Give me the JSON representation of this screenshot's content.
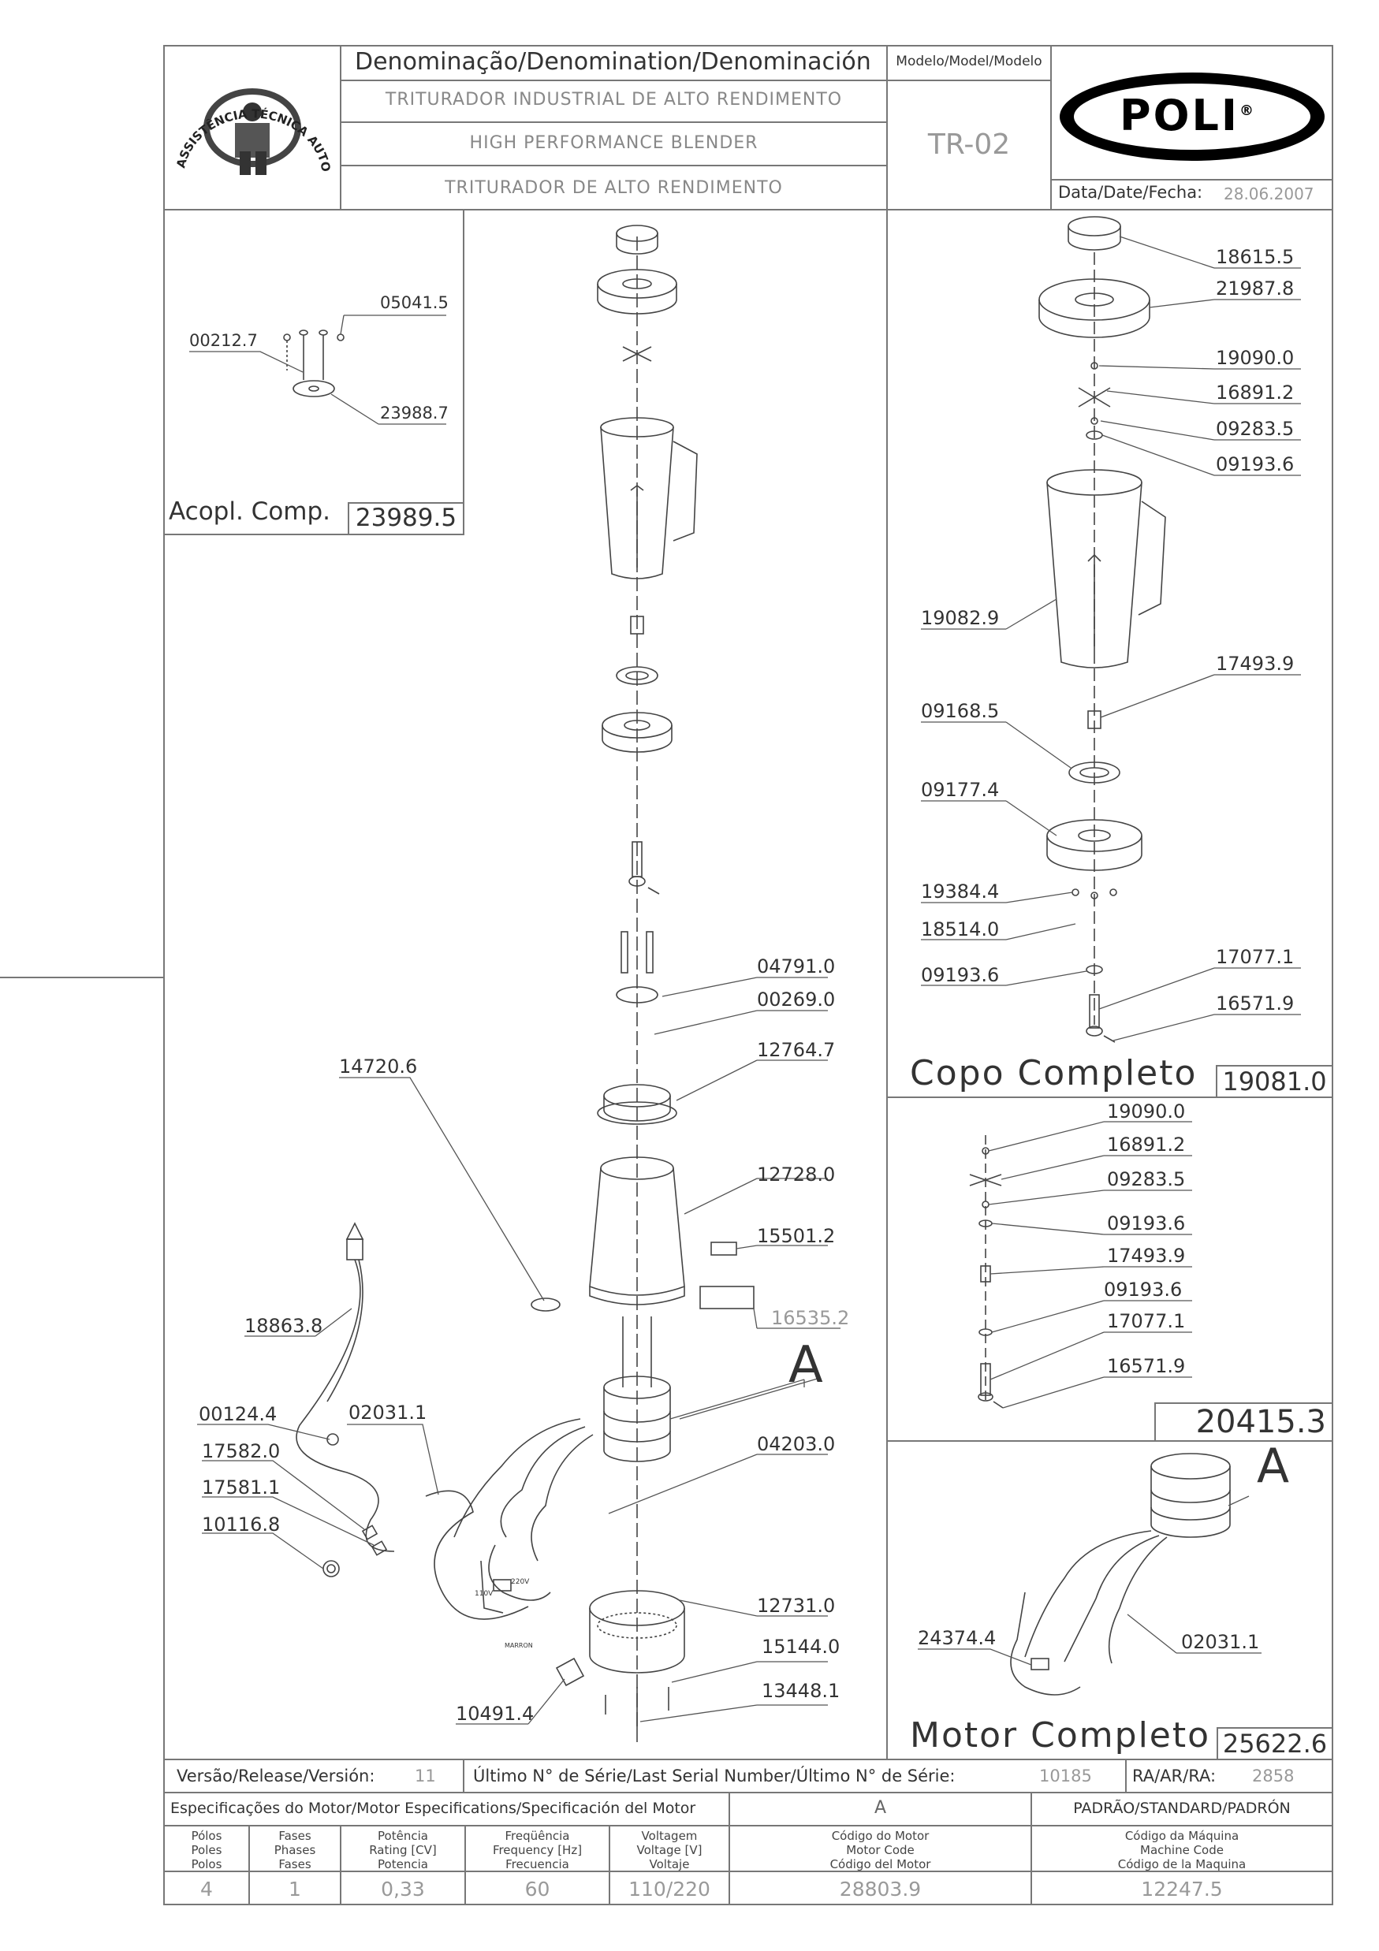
{
  "header": {
    "denomination_label": "Denominação/Denomination/Denominación",
    "name_pt": "TRITURADOR INDUSTRIAL DE ALTO RENDIMENTO",
    "name_en": "HIGH PERFORMANCE BLENDER",
    "name_es": "TRITURADOR DE ALTO RENDIMENTO",
    "model_label": "Modelo/Model/Modelo",
    "model_value": "TR-02",
    "brand": "POLI",
    "brand_mark": "®",
    "date_label": "Data/Date/Fecha:",
    "date_value": "28.06.2007",
    "seal_text": "ASSISTÊNCIA TÉCNICA AUTORIZADA"
  },
  "coupling": {
    "parts": [
      "05041.5",
      "00212.7",
      "23988.7"
    ],
    "label": "Acopl. Comp.",
    "code": "23989.5"
  },
  "main_parts": [
    "04791.0",
    "00269.0",
    "12764.7",
    "14720.6",
    "12728.0",
    "15501.2",
    "16535.2",
    "18863.8",
    "00124.4",
    "02031.1",
    "17582.0",
    "17581.1",
    "10116.8",
    "04203.0",
    "12731.0",
    "15144.0",
    "13448.1",
    "10491.4"
  ],
  "detail_a_label": "A",
  "wire_labels": {
    "w110": "110V",
    "w220": "220V",
    "marrom": "MARRON"
  },
  "cup": {
    "parts": [
      "18615.5",
      "21987.8",
      "19090.0",
      "16891.2",
      "09283.5",
      "09193.6",
      "19082.9",
      "17493.9",
      "09168.5",
      "09177.4",
      "19384.4",
      "18514.0",
      "09193.6",
      "17077.1",
      "16571.9"
    ],
    "label": "Copo Completo",
    "code": "19081.0"
  },
  "blade": {
    "parts": [
      "19090.0",
      "16891.2",
      "09283.5",
      "09193.6",
      "17493.9",
      "09193.6",
      "17077.1",
      "16571.9"
    ],
    "code": "20415.3"
  },
  "motor": {
    "detail_label": "A",
    "parts": [
      "24374.4",
      "02031.1"
    ],
    "label": "Motor Completo",
    "code": "25622.6"
  },
  "footer": {
    "version_label": "Versão/Release/Versión:",
    "version_value": "11",
    "serial_label": "Último N° de Série/Last Serial Number/Último N° de Série:",
    "serial_value": "10185",
    "ra_label": "RA/AR/RA:",
    "ra_value": "2858",
    "spec_label": "Especificações do Motor/Motor Especifications/Specificación del Motor",
    "spec_code": "A",
    "standard_label": "PADRÃO/STANDARD/PADRÓN",
    "columns": [
      {
        "l1": "Pólos",
        "l2": "Poles",
        "l3": "Polos",
        "value": "4"
      },
      {
        "l1": "Fases",
        "l2": "Phases",
        "l3": "Fases",
        "value": "1"
      },
      {
        "l1": "Potência",
        "l2": "Rating [CV]",
        "l3": "Potencia",
        "value": "0,33"
      },
      {
        "l1": "Freqüência",
        "l2": "Frequency [Hz]",
        "l3": "Frecuencia",
        "value": "60"
      },
      {
        "l1": "Voltagem",
        "l2": "Voltage [V]",
        "l3": "Voltaje",
        "value": "110/220"
      },
      {
        "l1": "Código do Motor",
        "l2": "Motor Code",
        "l3": "Código del Motor",
        "value": "28803.9"
      },
      {
        "l1": "Código da Máquina",
        "l2": "Machine Code",
        "l3": "Código de la Maquina",
        "value": "12247.5"
      }
    ]
  }
}
